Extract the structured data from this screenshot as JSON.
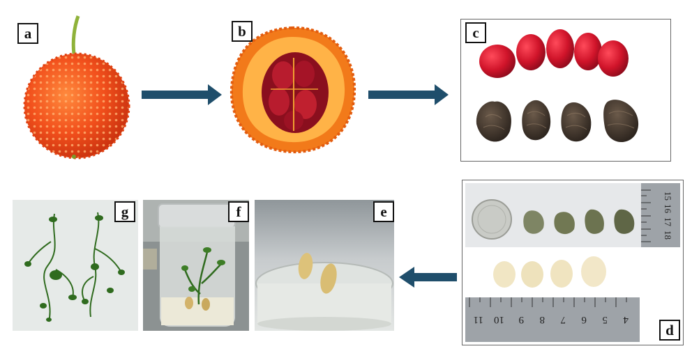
{
  "figure": {
    "panels": [
      {
        "id": "a",
        "label": "a"
      },
      {
        "id": "b",
        "label": "b"
      },
      {
        "id": "c",
        "label": "c"
      },
      {
        "id": "d",
        "label": "d"
      },
      {
        "id": "e",
        "label": "e"
      },
      {
        "id": "f",
        "label": "f"
      },
      {
        "id": "g",
        "label": "g"
      }
    ],
    "ruler_right_numbers": [
      "15",
      "16",
      "17",
      "18"
    ],
    "ruler_bottom_numbers": [
      "11",
      "10",
      "9",
      "8",
      "7",
      "6",
      "5",
      "4"
    ],
    "colors": {
      "arrow": "#1f4e6b",
      "fruit_skin": "#f2501c",
      "aril_red": "#c8102e",
      "seed_dark": "#3b3028",
      "plant_green": "#2f6b1e",
      "ruler": "#9ea3a8"
    }
  }
}
